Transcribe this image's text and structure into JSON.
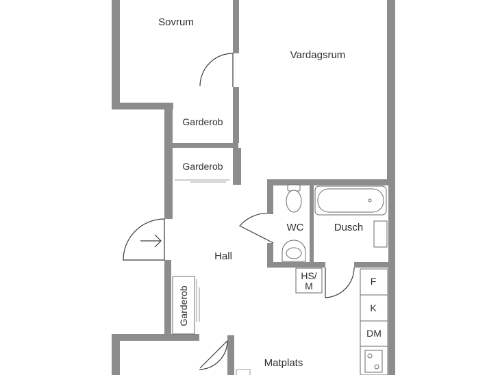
{
  "rooms": {
    "sovrum": "Sovrum",
    "vardagsrum": "Vardagsrum",
    "garderob_1": "Garderob",
    "garderob_2": "Garderob",
    "garderob_3": "Garderob",
    "hall": "Hall",
    "wc": "WC",
    "dusch": "Dusch",
    "hsm_line1": "HS/",
    "hsm_line2": "M",
    "matplats": "Matplats"
  },
  "appliances": {
    "fridge": "F",
    "freezer": "K",
    "dishwasher": "DM"
  },
  "colors": {
    "wall": "#8c8c8c",
    "line": "#3a3a3a",
    "background": "#ffffff"
  }
}
